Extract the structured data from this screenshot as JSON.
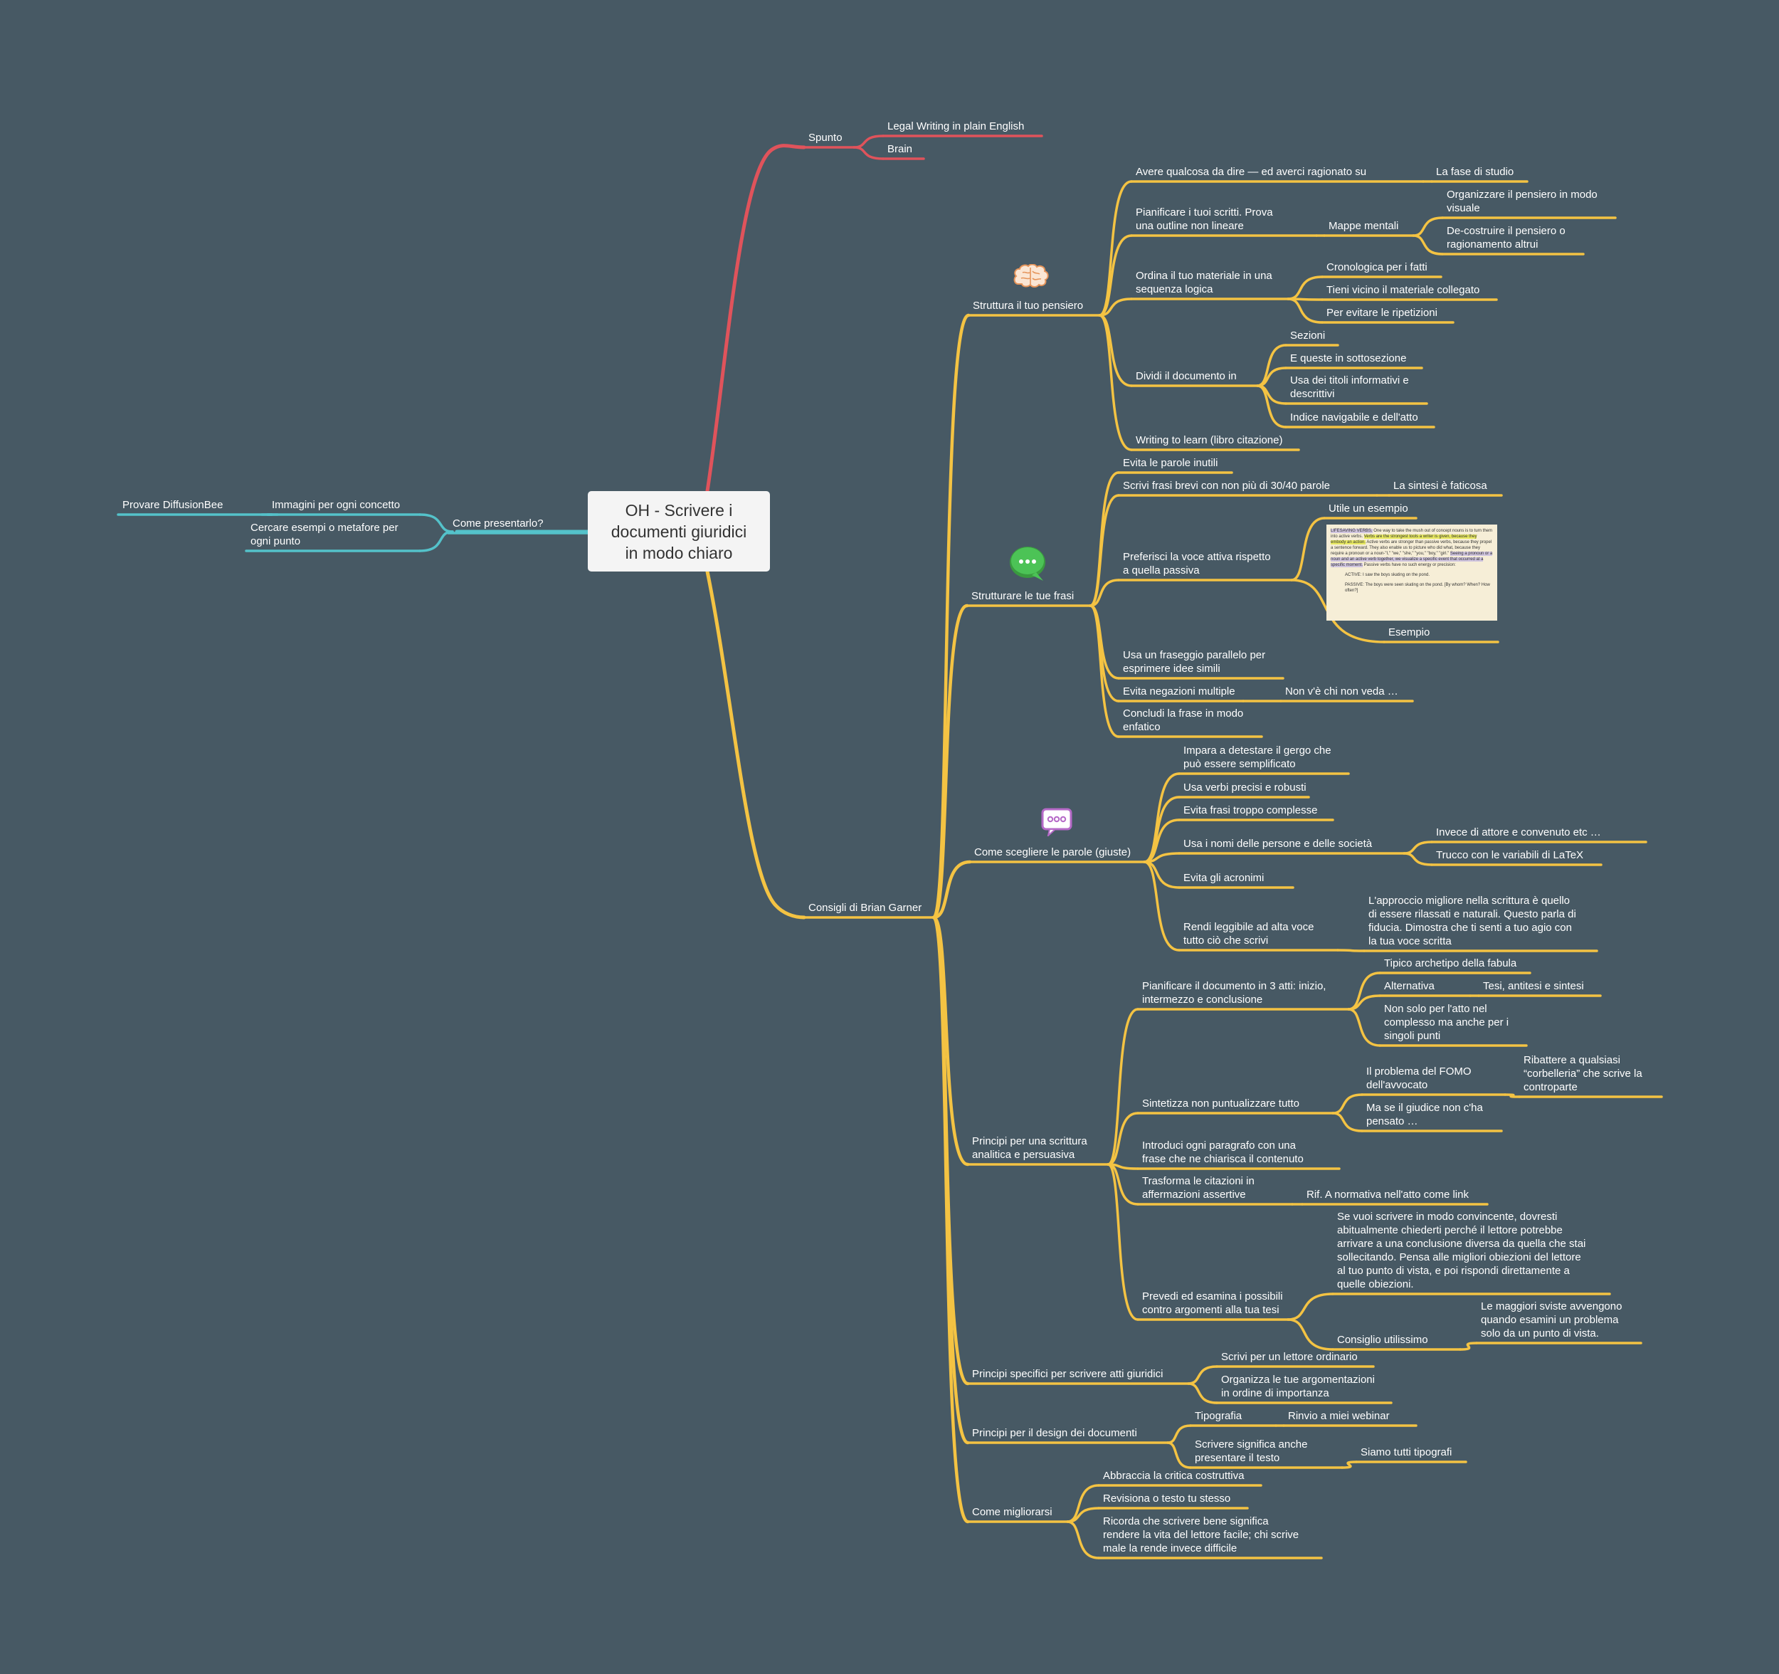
{
  "central_topic": "OH - Scrivere i\ndocumenti giuridici\nin modo chiaro",
  "colors": {
    "background": "#475964",
    "branch_spunto": "#e0535b",
    "branch_consigli": "#f4c343",
    "branch_presentare": "#54c2ca",
    "central_box": "#f4f4f4"
  },
  "icons": [
    "brain-icon",
    "speech-bubble-icon",
    "chat-bubble-icon"
  ],
  "nodes": {
    "spunto": "Spunto",
    "legal_writing": "Legal Writing in plain English",
    "brain": "Brain",
    "consigli": "Consigli di Brian Garner",
    "come_presentarlo": "Come presentarlo?",
    "immagini": "Immagini per ogni concetto",
    "diffusionbee": "Provare DiffusionBee",
    "cercare_esempi": "Cercare esempi o metafore per\nogni punto",
    "struttura_pensiero": "Struttura il tuo pensiero",
    "avere_qualcosa": "Avere qualcosa da dire — ed averci ragionato su",
    "fase_studio": "La fase di studio",
    "pianificare": "Pianificare i tuoi scritti. Prova\nuna outline non lineare",
    "mappe_mentali": "Mappe mentali",
    "organizzare": "Organizzare il pensiero in modo\nvisuale",
    "decostruire": "De-costruire il pensiero o\nragionamento altrui",
    "ordina": "Ordina il tuo materiale in una\nsequenza logica",
    "cronologica": "Cronologica per i fatti",
    "tieni_vicino": "Tieni vicino il materiale collegato",
    "evitare_ripetizioni": "Per evitare le ripetizioni",
    "dividi": "Dividi il documento in",
    "sezioni": "Sezioni",
    "sottosezione": "E queste in sottosezione",
    "titoli": "Usa dei titoli informativi e\ndescrittivi",
    "indice": "Indice navigabile e dell'atto",
    "writing_learn": "Writing to learn (libro citazione)",
    "strutturare_frasi": "Strutturare le tue frasi",
    "parole_inutili": "Evita le parole inutili",
    "frasi_brevi": "Scrivi frasi brevi con non più di 30/40 parole",
    "sintesi": "La sintesi è faticosa",
    "voce_attiva": "Preferisci la voce attiva rispetto\na quella passiva",
    "utile_esempio": "Utile un esempio",
    "esempio": "Esempio",
    "fraseggio": "Usa un fraseggio parallelo per\nesprimere idee simili",
    "negazioni": "Evita negazioni multiple",
    "non_ve": "Non v'è chi non veda …",
    "concludi": "Concludi la frase in modo\nenfatico",
    "scegliere_parole": "Come scegliere le parole (giuste)",
    "gergo": "Impara a detestare il gergo che\npuò essere semplificato",
    "verbi": "Usa verbi precisi e robusti",
    "frasi_complesse": "Evita frasi troppo complesse",
    "nomi": "Usa i nomi delle persone e delle società",
    "invece": "Invece di attore e convenuto etc …",
    "trucco": "Trucco con le variabili di LaTeX",
    "acronimi": "Evita gli acronimi",
    "leggibile": "Rendi leggibile ad alta voce\ntutto ciò che scrivi",
    "approccio": "L'approccio migliore nella scrittura è quello\ndi essere rilassati e naturali. Questo parla di\nfiducia. Dimostra che ti senti a tuo agio con\nla tua voce scritta",
    "principi_analitica": "Principi per una scrittura\nanalitica e persuasiva",
    "tre_atti": "Pianificare il documento in 3 atti: inizio,\nintermezzo e conclusione",
    "archetipo": "Tipico archetipo della fabula",
    "alternativa": "Alternativa",
    "tesi": "Tesi, antitesi e sintesi",
    "non_solo": "Non solo per l'atto nel\ncomplesso ma anche per i\nsingoli punti",
    "sintetizza": "Sintetizza non puntualizzare tutto",
    "fomo": "Il problema del FOMO\ndell'avvocato",
    "ribattere": "Ribattere a qualsiasi\n“corbelleria” che scrive la\ncontroparte",
    "giudice": "Ma se il giudice non c'ha\npensato …",
    "introduci": "Introduci ogni paragrafo con una\nfrase che ne chiarisca il contenuto",
    "trasforma": "Trasforma le citazioni in\naffermazioni assertive",
    "rif_normativa": "Rif. A normativa nell'atto come link",
    "prevedi": "Prevedi ed esamina i possibili\ncontro argomenti alla tua tesi",
    "convincente": "Se vuoi scrivere in modo convincente, dovresti\nabitualmente chiederti perché il lettore potrebbe\narrivare a una conclusione diversa da quella che stai\nsollecitando. Pensa alle migliori obiezioni del lettore\nal tuo punto di vista, e poi rispondi direttamente a\nquelle obiezioni.",
    "consiglio": "Consiglio utilissimo",
    "sviste": "Le maggiori sviste avvengono\nquando esamini un problema\nsolo da un punto di vista.",
    "principi_giuridici": "Principi specifici per scrivere atti giuridici",
    "lettore": "Scrivi per un lettore ordinario",
    "organizza": "Organizza le tue argomentazioni\nin ordine di importanza",
    "principi_design": "Principi per il design dei documenti",
    "tipografia": "Tipografia",
    "rinvio": "Rinvio a miei webinar",
    "scrivere_significa": "Scrivere significa anche\npresentare il testo",
    "tipografi": "Siamo tutti tipografi",
    "migliorarsi": "Come migliorarsi",
    "critica": "Abbraccia la critica costruttiva",
    "revisiona": "Revisiona o testo tu stesso",
    "ricorda": "Ricorda che scrivere bene significa\nrendere la vita del lettore facile; chi scrive\nmale la rende invece difficile"
  },
  "example_image": {
    "p1_a": "LIFESAVING VERBS.",
    "p1_b": " One way to take the mush out of concept nouns is to turn them into active verbs. ",
    "p1_c": "Verbs are the strongest tools a writer is given, because they embody an action.",
    "p1_d": " Active verbs are stronger than passive verbs, because they propel a sentence forward. They also enable us to picture who did what, because they require a pronoun or a noun-\"I,\" \"we,\" \"she,\" \"you,\" \"boy,\" \"girl.\" ",
    "p1_e": "Seeing a pronoun or a noun and an active verb together, we visualize a specific event that occurred at a specific moment.",
    "p1_f": " Passive verbs have no such energy or precision:",
    "p2": "ACTIVE: I saw the boys skating on the pond.",
    "p3": "PASSIVE: The boys were seen skating on the pond. [By whom? When? How often?]"
  }
}
